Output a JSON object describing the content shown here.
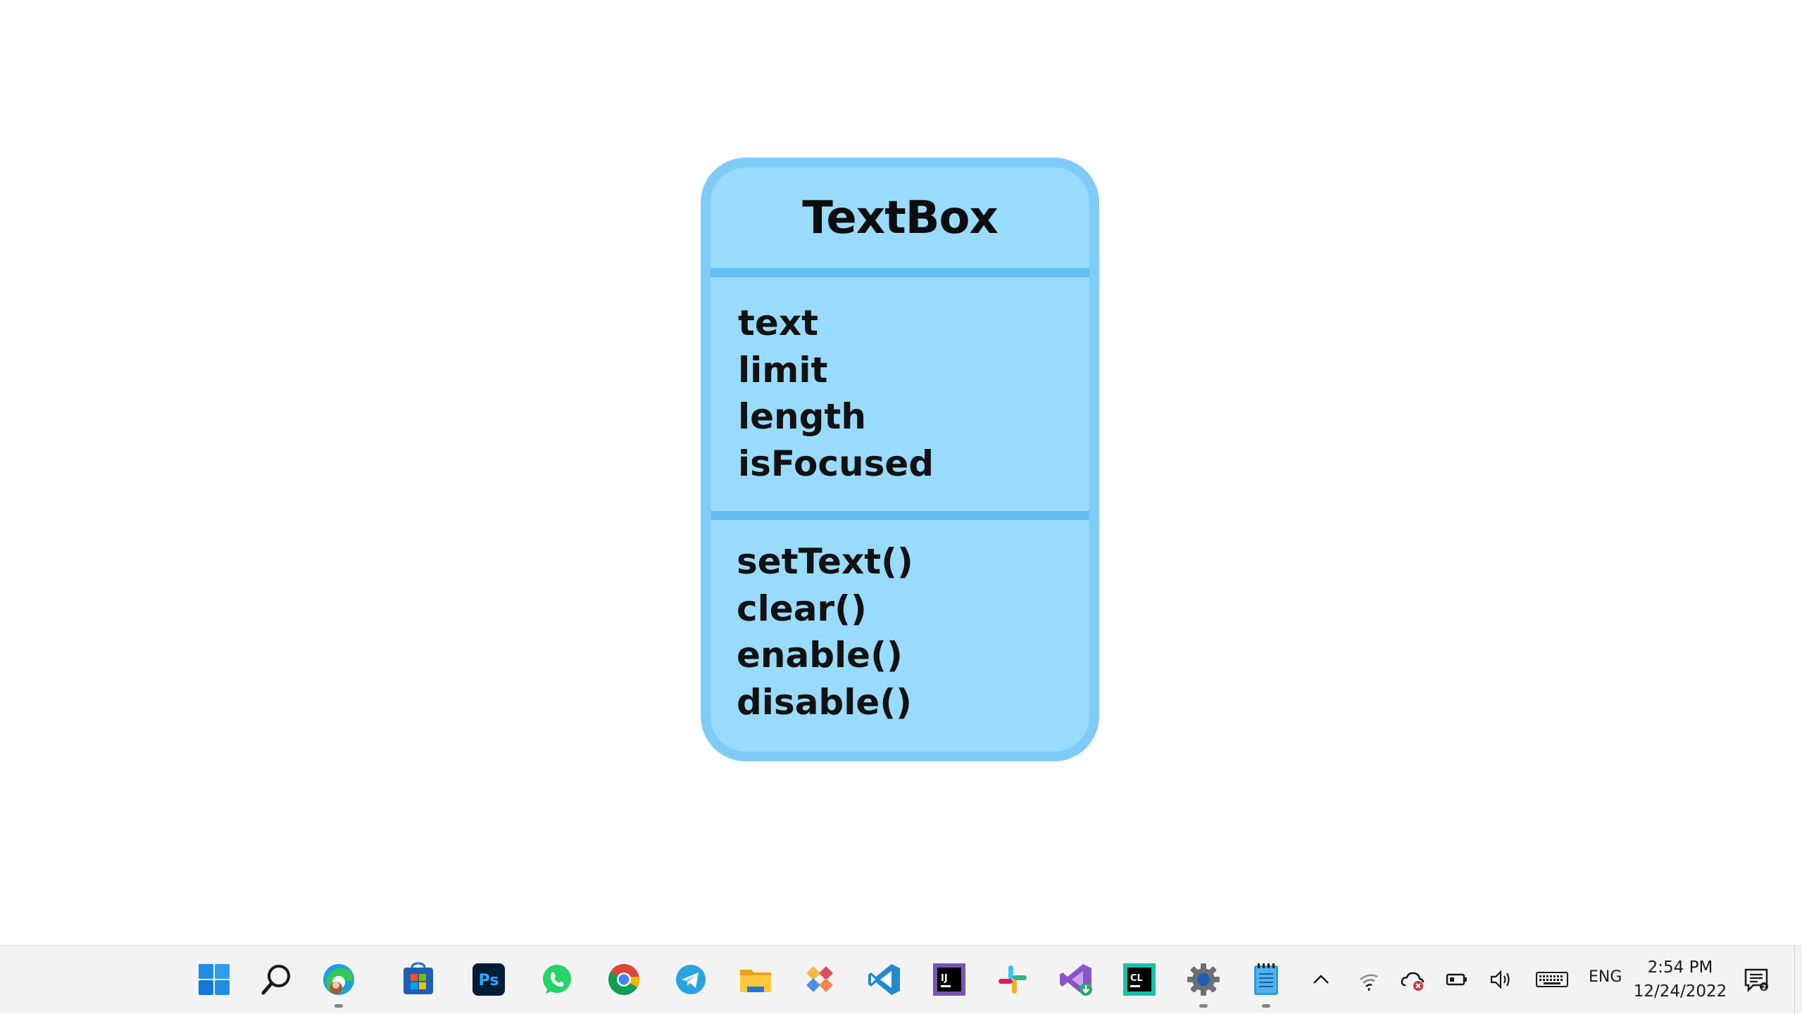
{
  "diagram": {
    "class_name": "TextBox",
    "attributes": [
      "text",
      "limit",
      "length",
      "isFocused"
    ],
    "methods": [
      "setText()",
      "clear()",
      "enable()",
      "disable()"
    ],
    "colors": {
      "fill": "#99dbfd",
      "border": "#7fccf9",
      "divider": "#64bff7",
      "text": "#111111"
    }
  },
  "taskbar": {
    "apps": [
      {
        "name": "start-icon"
      },
      {
        "name": "search-icon"
      },
      {
        "name": "edge-icon",
        "running": true
      },
      {
        "name": "store-icon"
      },
      {
        "name": "photoshop-icon",
        "label": "Ps"
      },
      {
        "name": "whatsapp-icon"
      },
      {
        "name": "chrome-icon"
      },
      {
        "name": "telegram-icon"
      },
      {
        "name": "file-explorer-icon"
      },
      {
        "name": "git-icon"
      },
      {
        "name": "vscode-icon"
      },
      {
        "name": "intellij-icon",
        "label": "IJ"
      },
      {
        "name": "slack-icon"
      },
      {
        "name": "visual-studio-icon"
      },
      {
        "name": "clion-icon",
        "label": "CL"
      },
      {
        "name": "settings-icon",
        "running": true
      },
      {
        "name": "notepad-icon",
        "running": true
      }
    ],
    "tray": {
      "language": "ENG",
      "time": "2:54 PM",
      "date": "12/24/2022"
    }
  }
}
